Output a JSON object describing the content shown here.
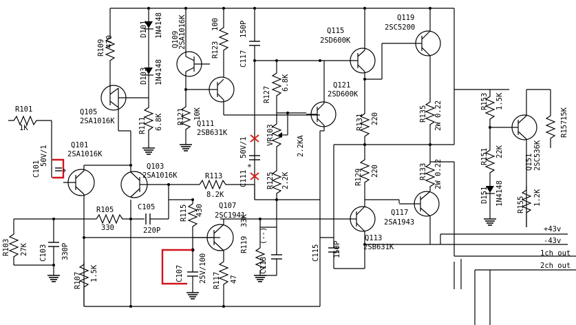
{
  "labels": {
    "r101": "R101",
    "r101v": "1K",
    "r109": "R109",
    "r109v": "470",
    "d101": "D101",
    "d101v": "1N4148",
    "d103": "D103",
    "d103v": "1N4148",
    "q109": "Q109",
    "q109v": "2SA1016K",
    "r123": "R123",
    "r123v": "100",
    "c117": "C117",
    "c117v": "150P",
    "q115": "Q115",
    "q115v": "2SD600K",
    "q119": "Q119",
    "q119v": "2SC5200",
    "q105": "Q105",
    "q105v": "2SA1016K",
    "r111": "R111",
    "r111v": "6.8K",
    "r121": "R121",
    "r121v": "10K",
    "q111": "Q111",
    "q111v": "2SB631K",
    "r127": "R127",
    "r127v": "6.8K",
    "q121": "Q121",
    "q121v": "2SD600K",
    "r131": "R131",
    "r131v": "220",
    "r135": "R135",
    "r135v": "2W 0.22",
    "r153": "R153",
    "r153v": "1.5K",
    "q151": "Q151",
    "q151v": "2SC536K",
    "r157": "R157",
    "r157v": "15K",
    "r151": "R151",
    "r151v": "22K",
    "d151": "D151",
    "d151v": "1N4148",
    "r155": "R155",
    "r155v": "1.2K",
    "q101": "Q101",
    "q101v": "2SA1016K",
    "c101": "C101",
    "c101v": "50V/1",
    "q103": "Q103",
    "q103v": "2SA1016K",
    "c111": "C111",
    "c111v": "50V/1",
    "vr103": "VR103",
    "vr103v": "2.2KA",
    "r125": "R125",
    "r125v": "2.2K",
    "r129": "R129",
    "r129v": "220",
    "r133": "R133",
    "r133v": "2W 0.22",
    "r113": "R113",
    "r113v": "8.2K",
    "r105": "R105",
    "r105v": "330",
    "c105": "C105",
    "c105v": "220P",
    "r115": "R115",
    "r115v": "430",
    "q107": "Q107",
    "q107v": "2SC1941",
    "q117": "Q117",
    "q117v": "2SA1943",
    "q113": "Q113",
    "q113v": "2SB631K",
    "r103": "R103",
    "r103v": "27K",
    "c103": "C103",
    "c103v": "330P",
    "r107": "R107",
    "r107v": "1.5K",
    "c107": "C107",
    "c107v": "25V/100",
    "r117": "R117",
    "r117v": "47",
    "r119": "R119",
    "r119v": "33K",
    "c113": "C113",
    "c113v": "(--)",
    "c115": "C115",
    "c115v": "150P",
    "out_p43": "+43v",
    "out_m43": "-43v",
    "out_1ch": "1ch out",
    "out_2ch": "2ch out"
  },
  "colors": {
    "wire": "#000000",
    "highlight": "#d0141c",
    "remove_mark": "#e0201c"
  }
}
